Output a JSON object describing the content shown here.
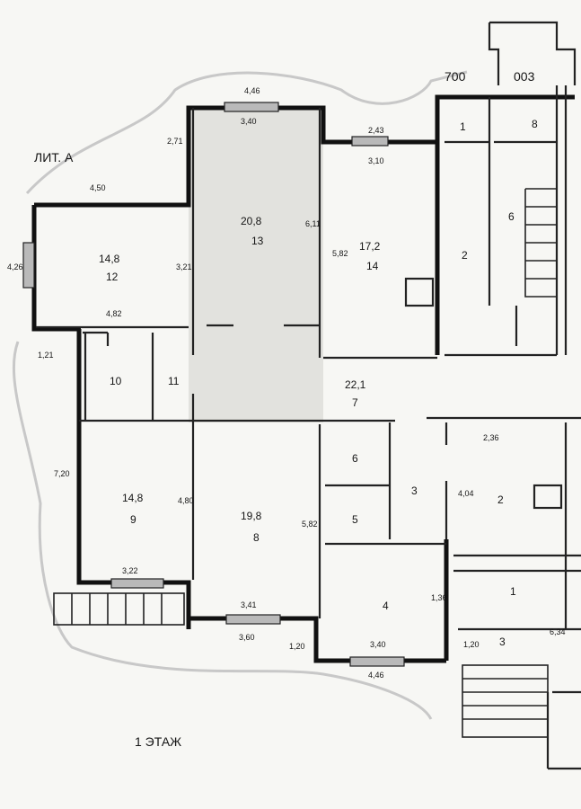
{
  "labels": {
    "lit": "ЛИТ. А",
    "floor": "1 ЭТАЖ"
  },
  "rooms": {
    "r12": {
      "num": "12",
      "area": "14,8"
    },
    "r13": {
      "num": "13",
      "area": "20,8"
    },
    "r14": {
      "num": "14",
      "area": "17,2"
    },
    "r1a": {
      "num": "1"
    },
    "r8": {
      "num": "8"
    },
    "r6a": {
      "num": "6"
    },
    "r2a": {
      "num": "2"
    },
    "r10": {
      "num": "10"
    },
    "r11": {
      "num": "11"
    },
    "r7": {
      "num": "7",
      "area": "22,1"
    },
    "r9": {
      "num": "9",
      "area": "14,8"
    },
    "r8b": {
      "num": "8",
      "area": "19,8"
    },
    "r6b": {
      "num": "6"
    },
    "r5": {
      "num": "5"
    },
    "r3": {
      "num": "3"
    },
    "r2b": {
      "num": "2"
    },
    "r1b": {
      "num": "1"
    },
    "r4": {
      "num": "4"
    },
    "r3b": {
      "num": "3"
    }
  },
  "heights": {
    "h1": "700",
    "h2": "003"
  },
  "dims": {
    "d446": "4,46",
    "d340a": "3,40",
    "d271": "2,71",
    "d243": "2,43",
    "d310": "3,10",
    "d450": "4,50",
    "d611": "6,11",
    "d582a": "5,82",
    "d426": "4,26",
    "d321": "3,21",
    "d482": "4,82",
    "d121": "1,21",
    "d236": "2,36",
    "d720": "7,20",
    "d480": "4,80",
    "d582b": "5,82",
    "d404": "4,04",
    "d322": "3,22",
    "d341": "3,41",
    "d360": "3,60",
    "d136": "1,36",
    "d120a": "1,20",
    "d340b": "3,40",
    "d120b": "1,20",
    "d446b": "4,46",
    "d634": "6,34"
  }
}
